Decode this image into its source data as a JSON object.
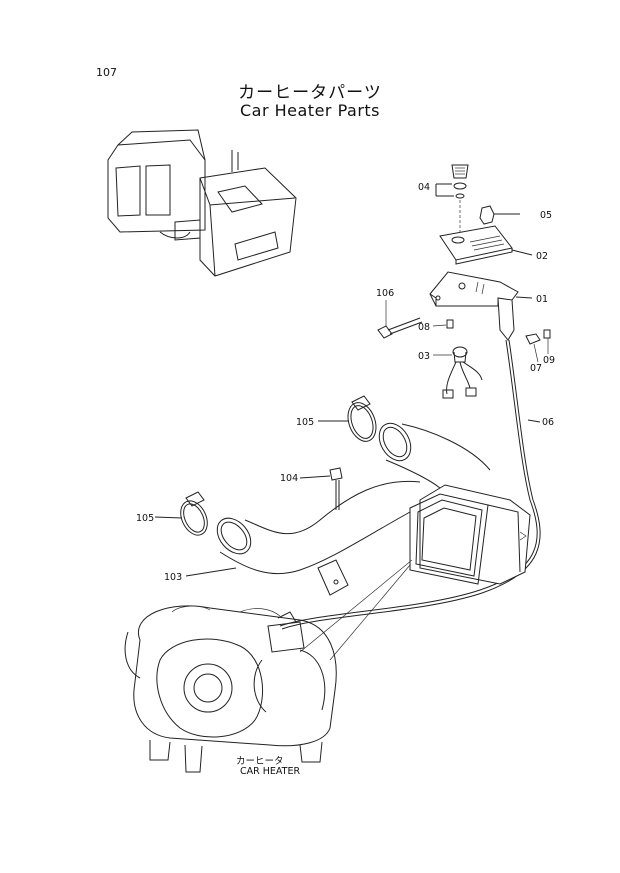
{
  "page_number": "107",
  "title_jp": "カーヒータパーツ",
  "title_en": "Car Heater Parts",
  "callouts": {
    "p04": "04",
    "p05": "05",
    "p02": "02",
    "p106": "106",
    "p01": "01",
    "p08": "08",
    "p03": "03",
    "p07": "07",
    "p09": "09",
    "p06": "06",
    "p105a": "105",
    "p104": "104",
    "p105b": "105",
    "p103": "103"
  },
  "caption": {
    "jp": "カーヒータ",
    "en": "CAR HEATER"
  }
}
